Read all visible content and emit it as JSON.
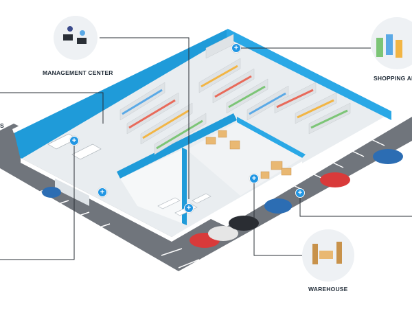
{
  "labels": {
    "management": "MANAGEMENT CENTER",
    "shopping": "SHOPPING AR",
    "warehouse": "WAREHOUSE",
    "left_partial": "S"
  },
  "icons": {
    "hotspot": "plus-icon"
  },
  "colors": {
    "wall_blue": "#1f9bd9",
    "floor": "#e9edf0",
    "parking": "#6f747b",
    "accent": "#2196e3"
  }
}
